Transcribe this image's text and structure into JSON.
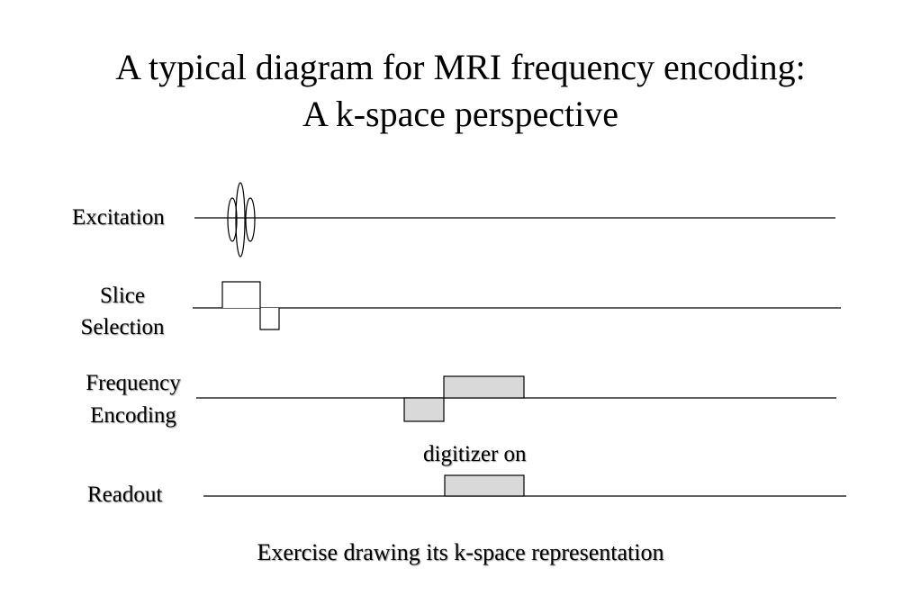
{
  "title": {
    "line1": "A typical diagram for MRI frequency encoding:",
    "line2": "A k-space perspective"
  },
  "rows": {
    "excitation": {
      "label": "Excitation"
    },
    "slice_selection": {
      "label_line1": "Slice",
      "label_line2": "Selection"
    },
    "frequency_encoding": {
      "label_line1": "Frequency",
      "label_line2": "Encoding"
    },
    "readout": {
      "label": "Readout"
    }
  },
  "annotation": {
    "digitizer": "digitizer on"
  },
  "caption": "Exercise drawing its k-space representation",
  "colors": {
    "line": "#000000",
    "gradient_fill": "#d9d9d9",
    "background": "#ffffff"
  }
}
